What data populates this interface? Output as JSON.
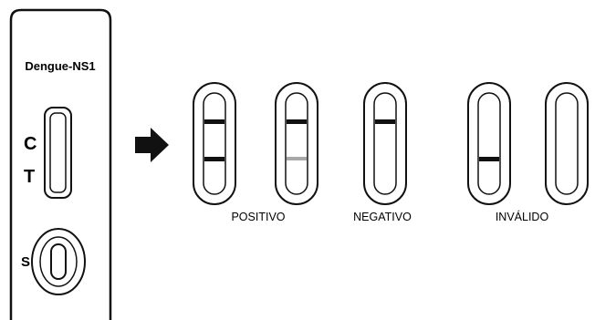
{
  "device": {
    "title": "Dengue-NS1",
    "control_letter": "C",
    "test_letter": "T",
    "sample_letter": "S"
  },
  "results": {
    "positive_label": "POSITIVO",
    "negative_label": "NEGATIVO",
    "invalid_label": "INVÁLIDO"
  },
  "colors": {
    "line": "#111111",
    "faint_line": "#a8a8a8",
    "background": "#ffffff"
  },
  "icons": {
    "arrow": "arrow-right-icon"
  }
}
